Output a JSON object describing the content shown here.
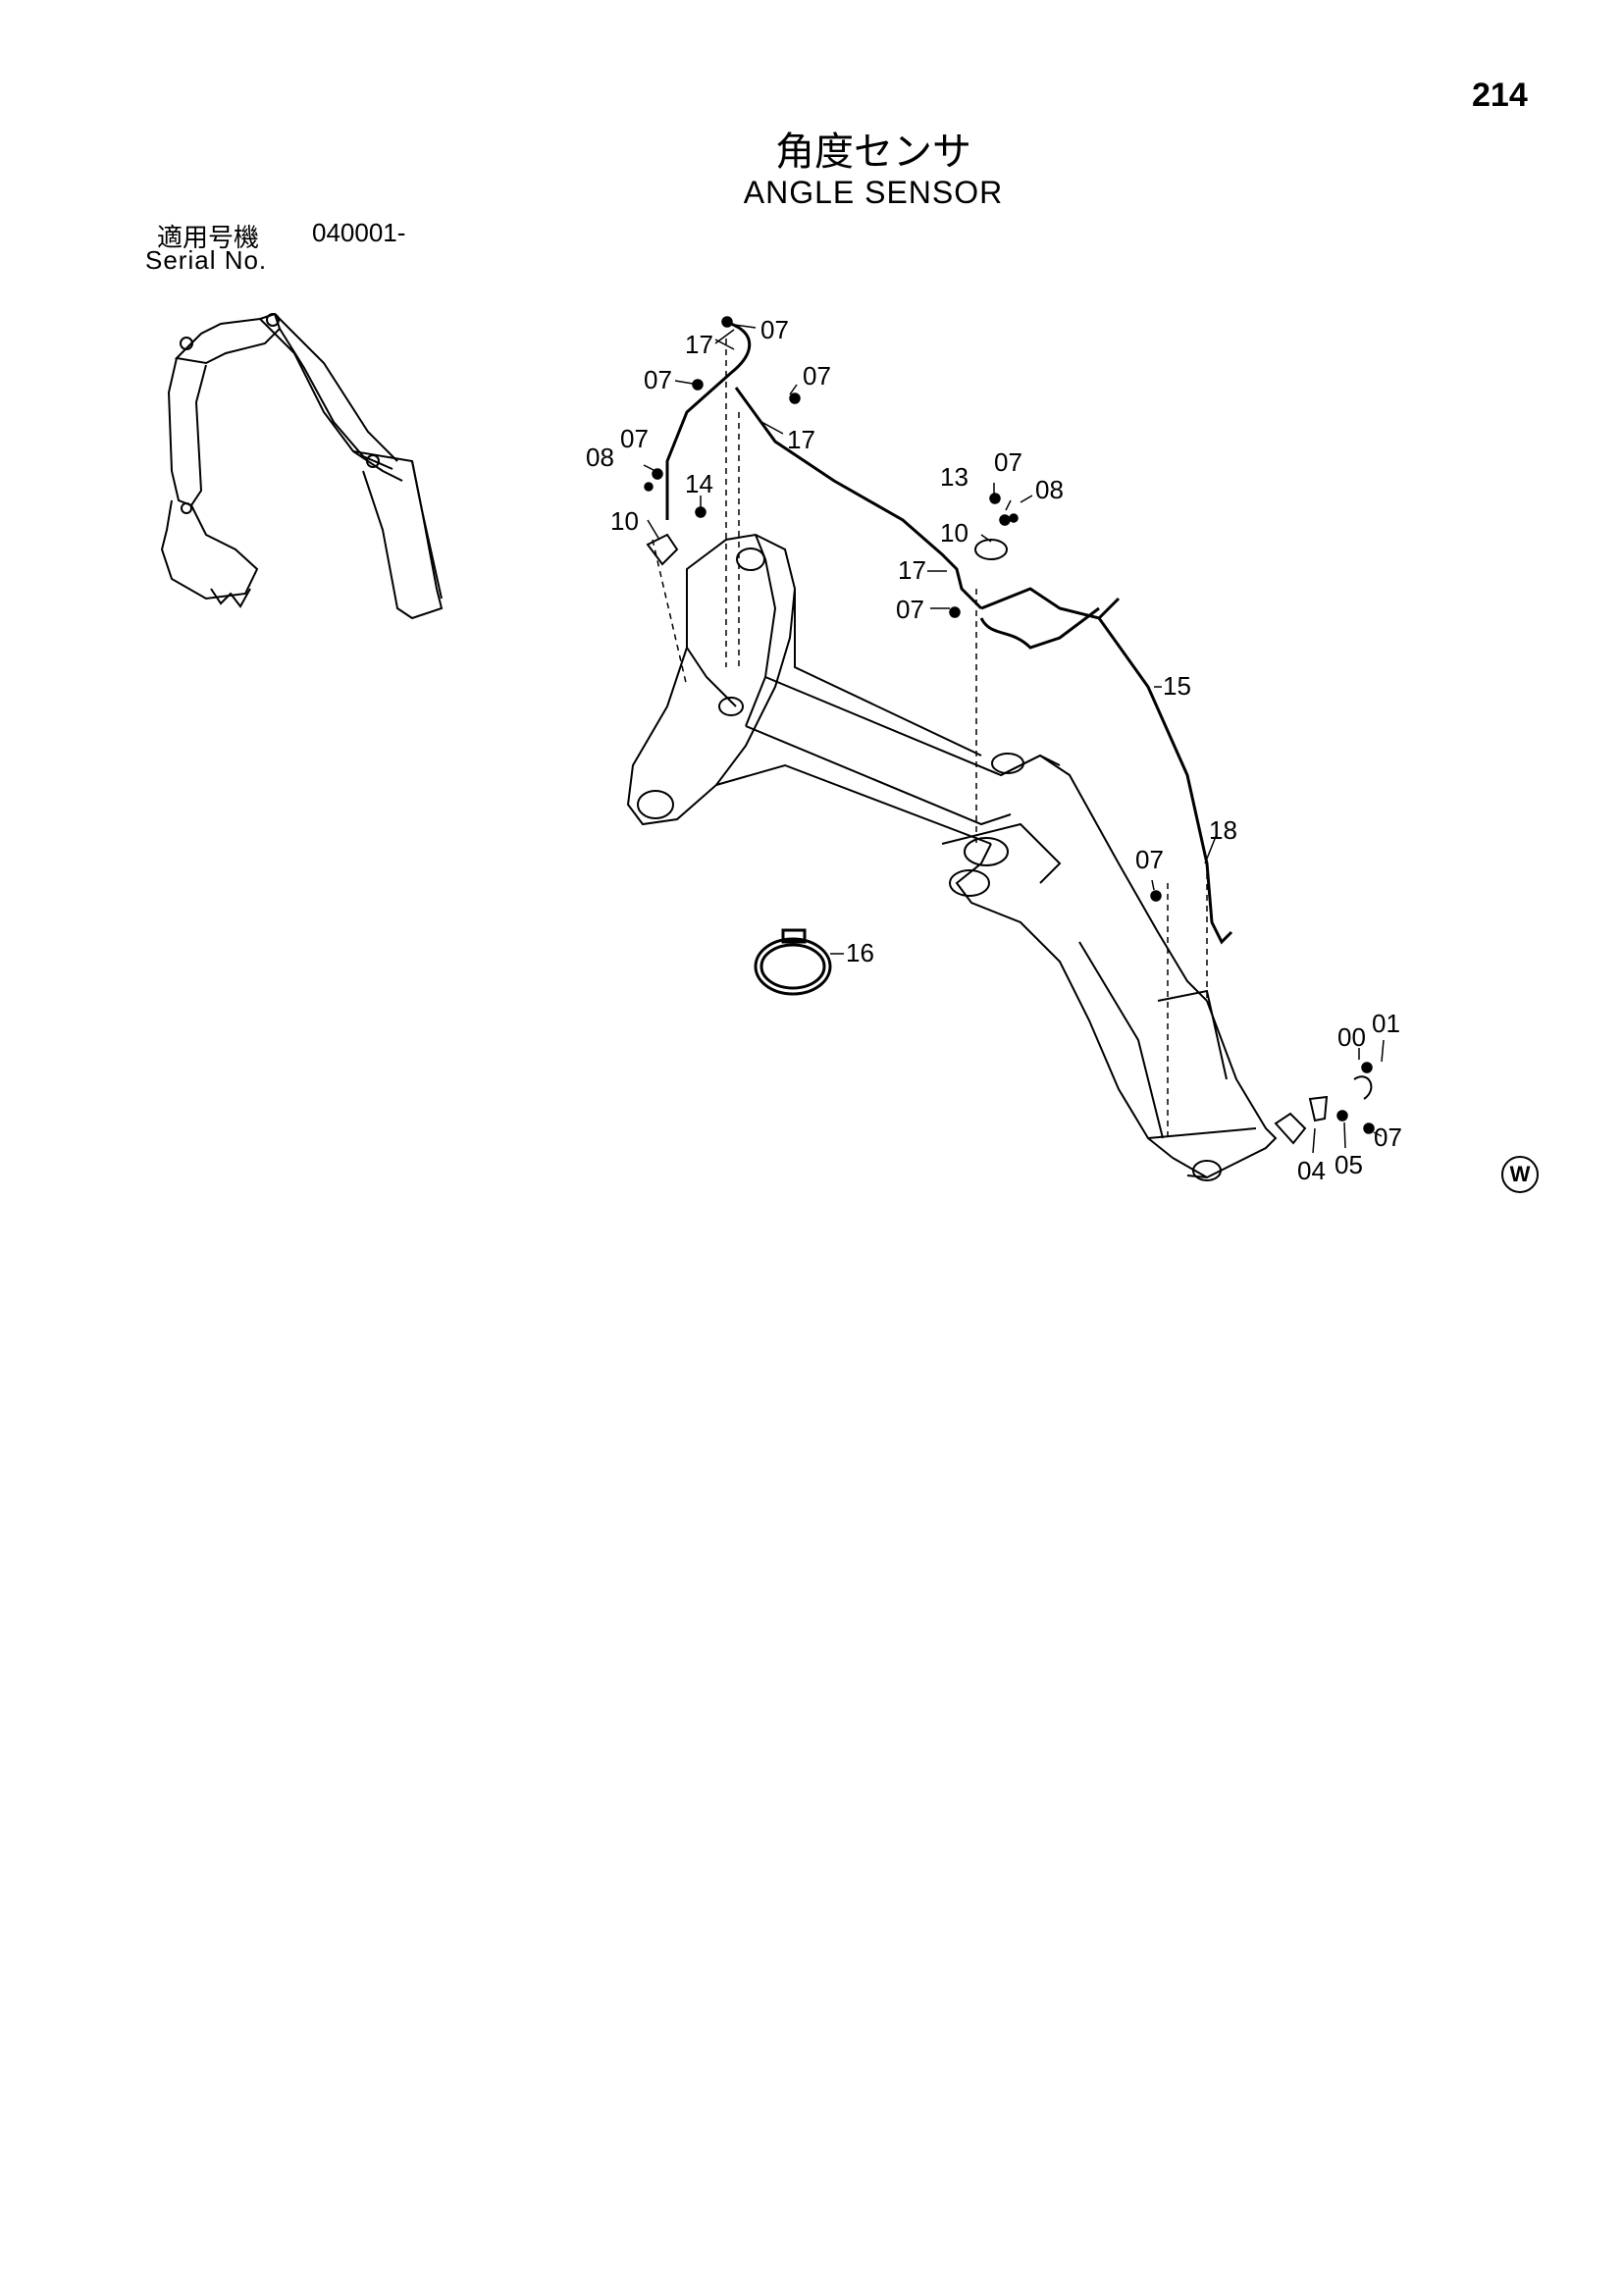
{
  "page_number": "214",
  "title_jp": "角度センサ",
  "title_en": "ANGLE SENSOR",
  "serial": {
    "label_jp": "適用号機",
    "value": "040001-",
    "label_en": "Serial No."
  },
  "callouts": {
    "c07a": "07",
    "c17a": "17",
    "c07b": "07",
    "c07c": "07",
    "c17b": "17",
    "c08a": "08",
    "c07d": "07",
    "c14": "14",
    "c10a": "10",
    "c13": "13",
    "c07e": "07",
    "c08b": "08",
    "c10b": "10",
    "c17c": "17",
    "c07f": "07",
    "c15": "15",
    "c07g": "07",
    "c18": "18",
    "c16": "16",
    "c00": "00",
    "c01": "01",
    "c04": "04",
    "c05": "05",
    "c07h": "07"
  },
  "watermark": "W"
}
